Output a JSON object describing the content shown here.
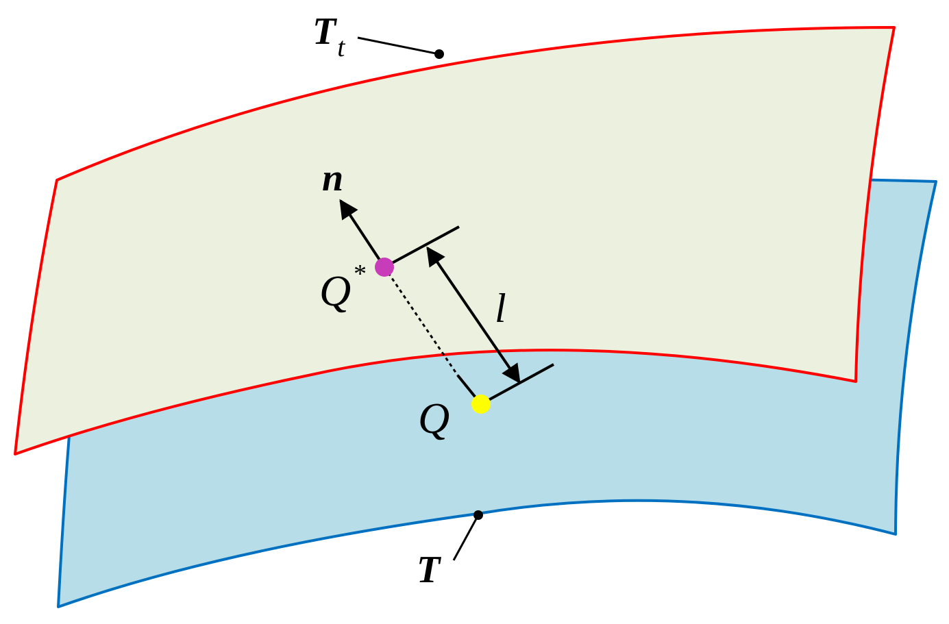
{
  "surfaces": {
    "lower": {
      "label": "T",
      "fill": "#b7dde8",
      "stroke": "#0070c0"
    },
    "upper": {
      "label": "T",
      "subscript": "t",
      "fill": "#ebf1de",
      "stroke": "#ff0000"
    }
  },
  "points": {
    "q_star": {
      "label": "Q",
      "superscript": "*",
      "color": "#c83cb9"
    },
    "q": {
      "label": "Q",
      "color": "#ffff00"
    }
  },
  "vectors": {
    "normal": {
      "label": "n"
    },
    "offset": {
      "label": "l"
    }
  }
}
